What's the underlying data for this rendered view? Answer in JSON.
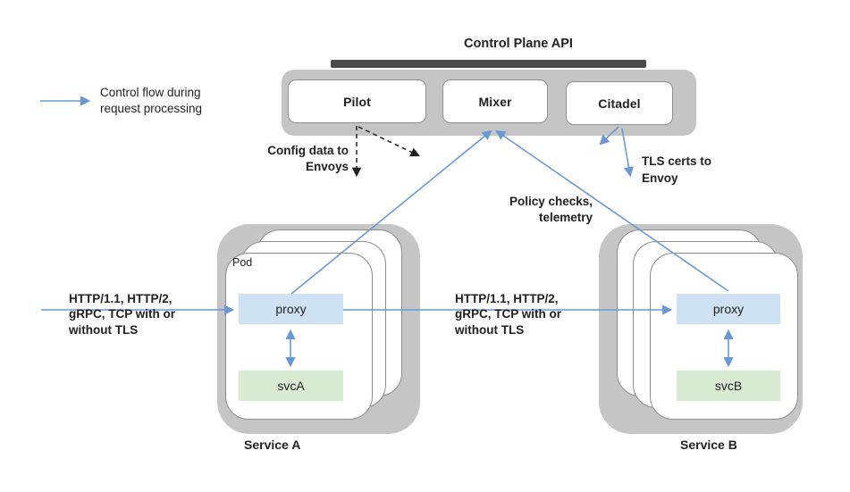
{
  "colors": {
    "arrow_blue": "#6b98d3",
    "container_gray": "#c5c5c5",
    "bar_dark": "#4a4a4a",
    "proxy_blue": "#cfe2f3",
    "svc_green": "#d9ead3",
    "pod_border": "#8c8c8c",
    "box_border": "#8f8f8f",
    "text_dark": "#212121"
  },
  "control_plane": {
    "title": "Control Plane API",
    "components": [
      {
        "label": "Pilot"
      },
      {
        "label": "Mixer"
      },
      {
        "label": "Citadel"
      }
    ]
  },
  "legend": {
    "label": "Control flow during\nrequest processing"
  },
  "annotations": {
    "config_data": "Config data to\nEnvoys",
    "tls_certs": "TLS certs to\nEnvoy",
    "policy_checks": "Policy checks,\ntelemetry",
    "http_left": "HTTP/1.1, HTTP/2,\ngRPC, TCP with or\nwithout TLS",
    "http_middle": "HTTP/1.1, HTTP/2,\ngRPC, TCP with or\nwithout TLS"
  },
  "services": [
    {
      "name": "Service A",
      "pod_label": "Pod",
      "proxy_label": "proxy",
      "svc_label": "svcA"
    },
    {
      "name": "Service B",
      "proxy_label": "proxy",
      "svc_label": "svcB"
    }
  ]
}
